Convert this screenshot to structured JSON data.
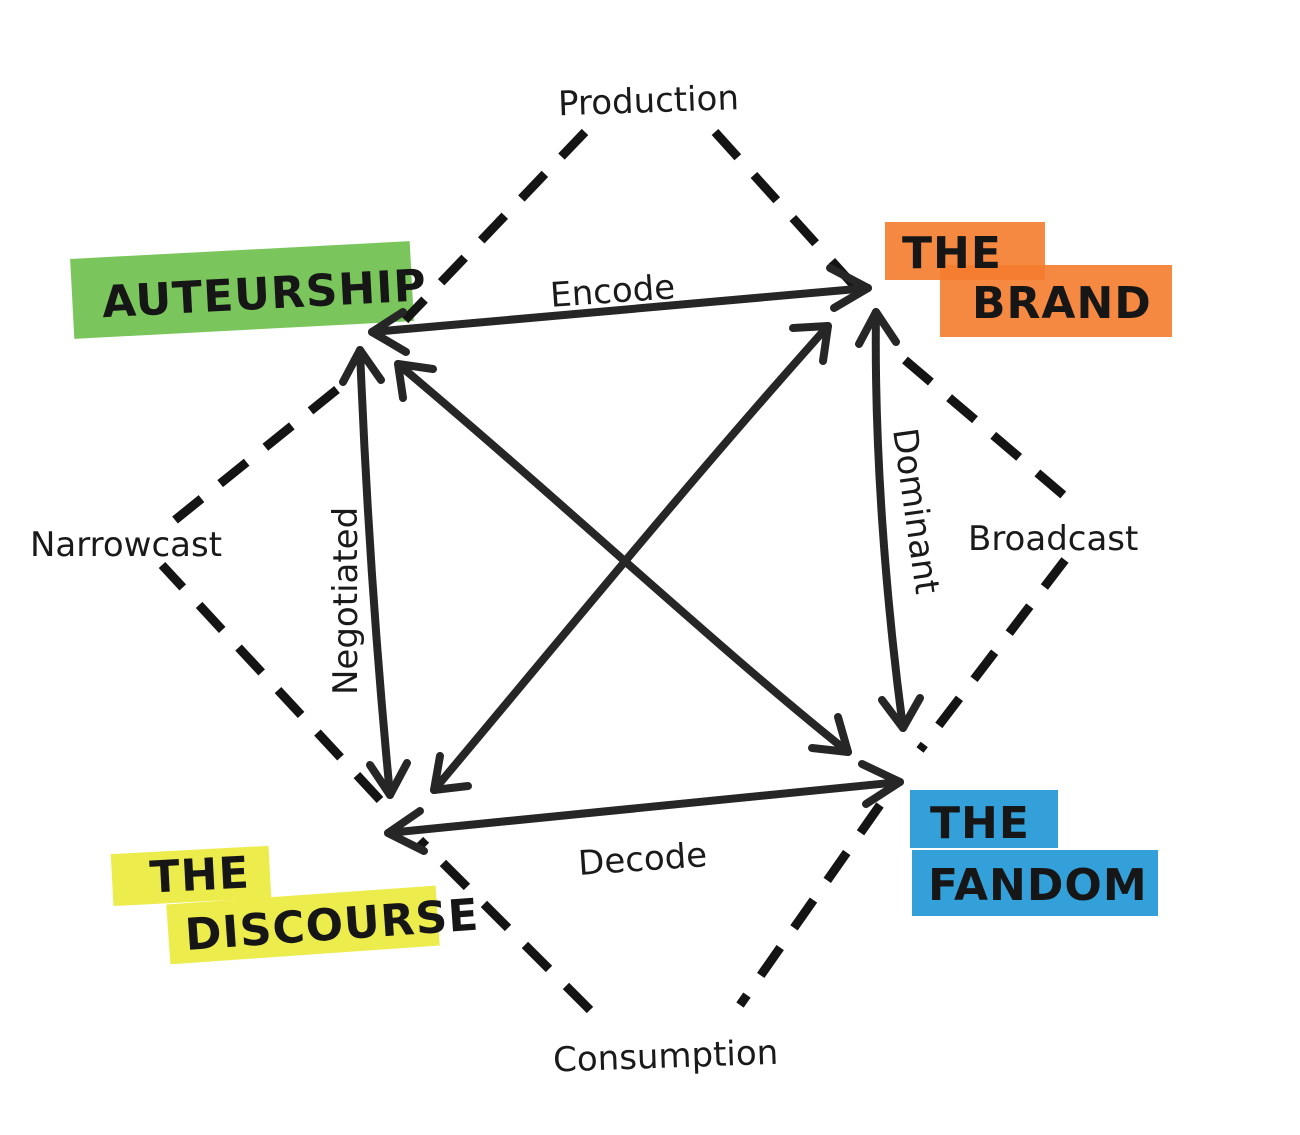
{
  "nodes": {
    "auteurship": {
      "lines": [
        "AUTEURSHIP"
      ],
      "highlight": "#6cc04a"
    },
    "brand": {
      "lines": [
        "THE",
        "BRAND"
      ],
      "highlight": "#f47c2e"
    },
    "discourse": {
      "lines": [
        "THE",
        "DISCOURSE"
      ],
      "highlight": "#eaea3a"
    },
    "fandom": {
      "lines": [
        "THE",
        "FANDOM"
      ],
      "highlight": "#1e96d6"
    }
  },
  "outer_labels": {
    "production": "Production",
    "broadcast": "Broadcast",
    "consumption": "Consumption",
    "narrowcast": "Narrowcast"
  },
  "edge_labels": {
    "encode": "Encode",
    "decode": "Decode",
    "negotiated": "Negotiated",
    "dominant": "Dominant"
  },
  "colors": {
    "ink": "#1a1a1a"
  }
}
